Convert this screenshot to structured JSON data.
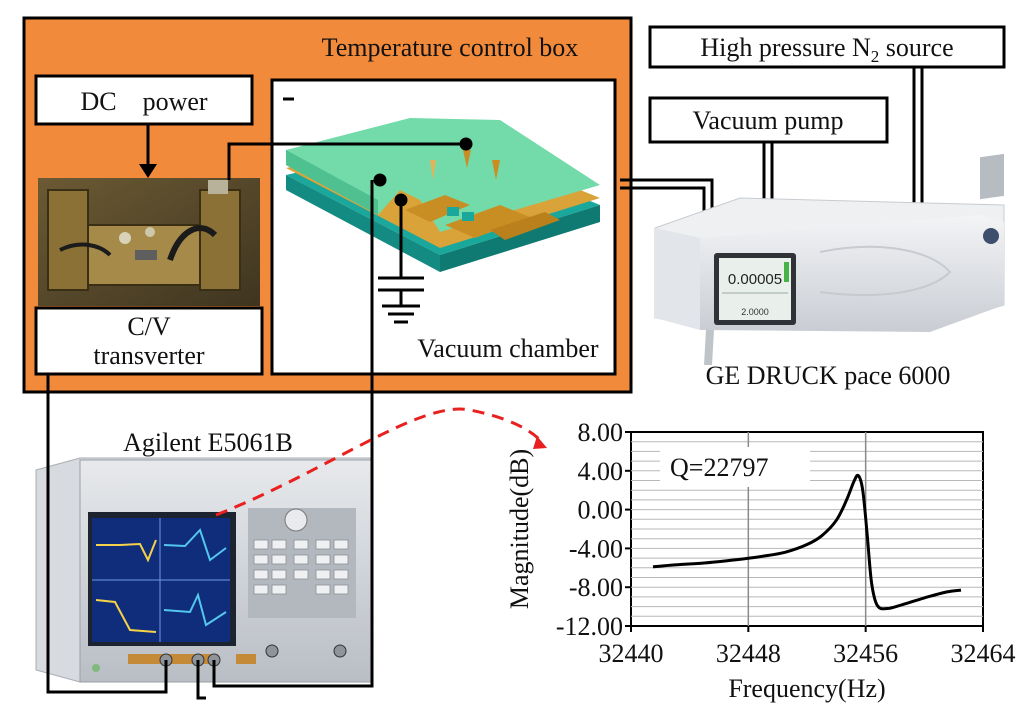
{
  "labels": {
    "temp_box": "Temperature control box",
    "dc_power": "DC    power",
    "cv_line1": "C/V",
    "cv_line2": "transverter",
    "vacuum_chamber": "Vacuum chamber",
    "hp_source_main": "High pressure N",
    "hp_source_sub": "2",
    "hp_source_tail": " source",
    "vacuum_pump": "Vacuum pump",
    "ge_druck": "GE DRUCK pace 6000",
    "agilent": "Agilent E5061B",
    "ge_screen_value": "0.00005",
    "ge_screen_bottom": "2.0000"
  },
  "colors": {
    "temp_box_fill": "#f28a3c",
    "wire": "#000000",
    "signal_arrow": "#e82020",
    "mems_green": "#6fd9a8",
    "mems_gold": "#c9952e",
    "mems_teal": "#2bb5a8"
  },
  "chart_data": {
    "type": "line",
    "annotation": "Q=22797",
    "xlabel": "Frequency(Hz)",
    "ylabel": "Magnitude(dB)",
    "xlim": [
      32440,
      32464
    ],
    "ylim": [
      -12,
      8
    ],
    "xticks": [
      32440,
      32448,
      32456,
      32464
    ],
    "xtick_labels": [
      "32440",
      "32448",
      "32456",
      "32464"
    ],
    "yticks": [
      8,
      4,
      0,
      -4,
      -8,
      -12
    ],
    "ytick_labels": [
      "8.00",
      "4.00",
      "0.00",
      "-4.00",
      "-8.00",
      "-12.00"
    ],
    "grid": true,
    "series": [
      {
        "x": [
          32441.5,
          32443,
          32445,
          32447,
          32449,
          32450.5,
          32452,
          32453,
          32454,
          32454.7,
          32455.2,
          32455.5,
          32455.8,
          32456.1,
          32456.4,
          32456.8,
          32457.5,
          32458.5,
          32460,
          32461.5,
          32462.5
        ],
        "values": [
          -5.9,
          -5.7,
          -5.5,
          -5.2,
          -4.8,
          -4.4,
          -3.6,
          -2.7,
          -1.1,
          1.0,
          2.9,
          3.5,
          2.0,
          -2.5,
          -7.5,
          -9.9,
          -10.2,
          -9.8,
          -9.1,
          -8.5,
          -8.3
        ]
      }
    ]
  }
}
